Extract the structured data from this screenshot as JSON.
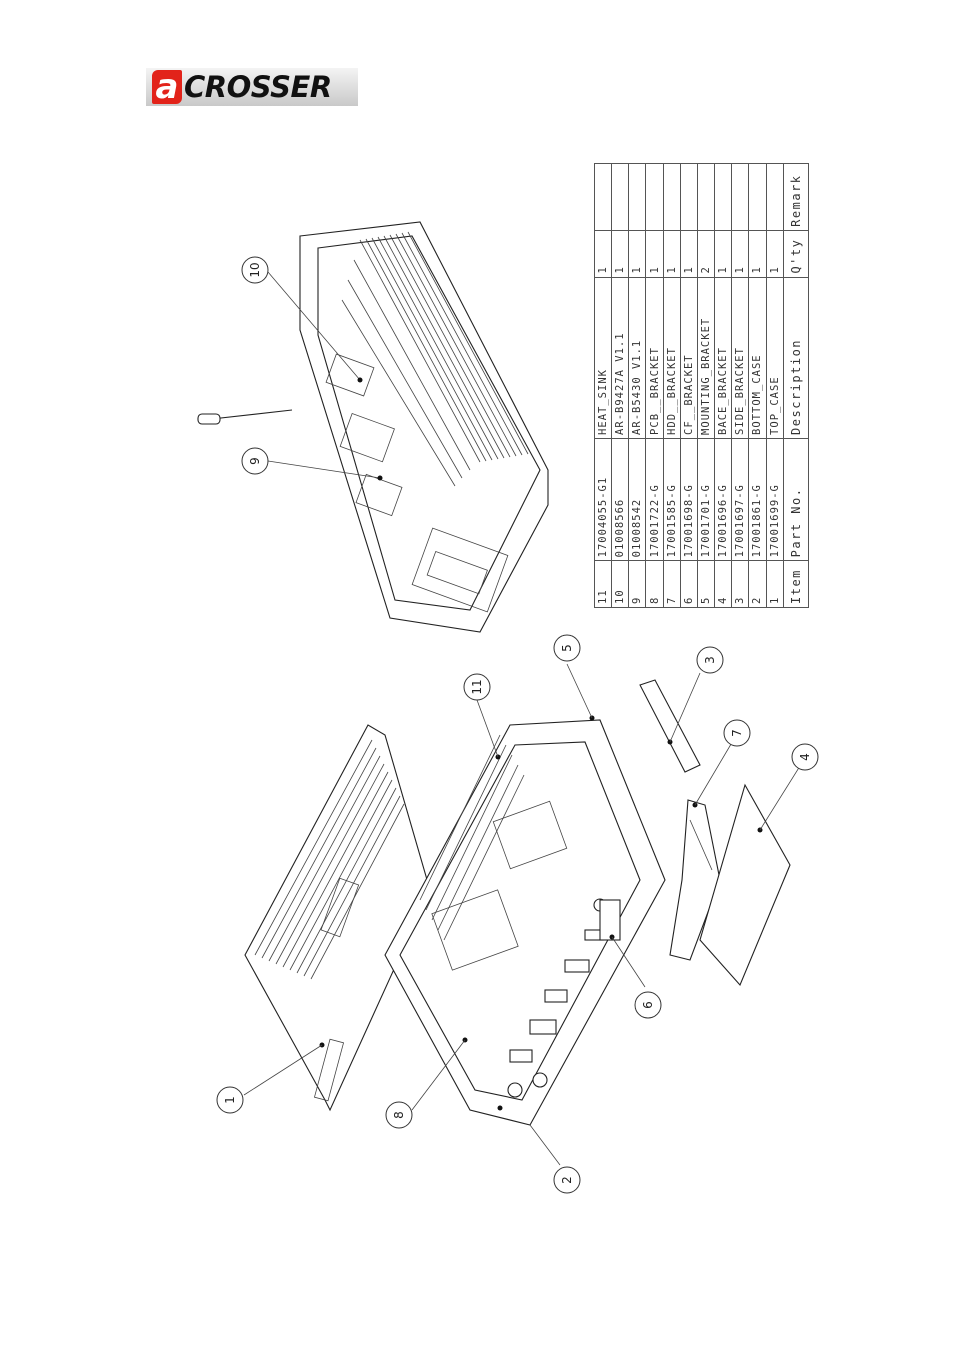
{
  "logo": {
    "letter": "a",
    "text": "CROSSER",
    "brand_color": "#e2231a"
  },
  "table": {
    "headers": {
      "item": "Item",
      "part_no": "Part No.",
      "description": "Description",
      "qty": "Q'ty",
      "remark": "Remark"
    },
    "rows": [
      {
        "item": "11",
        "part_no": "17004055-G1",
        "description": "HEAT_SINK",
        "qty": "1",
        "remark": ""
      },
      {
        "item": "10",
        "part_no": "01008566",
        "description": "AR-B9427A V1.1",
        "qty": "1",
        "remark": ""
      },
      {
        "item": "9",
        "part_no": "01008542",
        "description": "AR-B5430 V1.1",
        "qty": "1",
        "remark": ""
      },
      {
        "item": "8",
        "part_no": "17001722-G",
        "description": "PCB__BRACKET",
        "qty": "1",
        "remark": ""
      },
      {
        "item": "7",
        "part_no": "17001585-G",
        "description": "HDD__BRACKET",
        "qty": "1",
        "remark": ""
      },
      {
        "item": "6",
        "part_no": "17001698-G",
        "description": "CF__BRACKET",
        "qty": "1",
        "remark": ""
      },
      {
        "item": "5",
        "part_no": "17001701-G",
        "description": "MOUNTING_BRACKET",
        "qty": "2",
        "remark": ""
      },
      {
        "item": "4",
        "part_no": "17001696-G",
        "description": "BACE_BRACKET",
        "qty": "1",
        "remark": ""
      },
      {
        "item": "3",
        "part_no": "17001697-G",
        "description": "SIDE_BRACKET",
        "qty": "1",
        "remark": ""
      },
      {
        "item": "2",
        "part_no": "17001861-G",
        "description": "BOTTOM_CASE",
        "qty": "1",
        "remark": ""
      },
      {
        "item": "1",
        "part_no": "17001699-G",
        "description": "TOP_CASE",
        "qty": "1",
        "remark": ""
      }
    ]
  },
  "balloons": {
    "b1": "1",
    "b2": "2",
    "b3": "3",
    "b4": "4",
    "b5": "5",
    "b6": "6",
    "b7": "7",
    "b8": "8",
    "b9": "9",
    "b10": "10",
    "b11": "11"
  }
}
